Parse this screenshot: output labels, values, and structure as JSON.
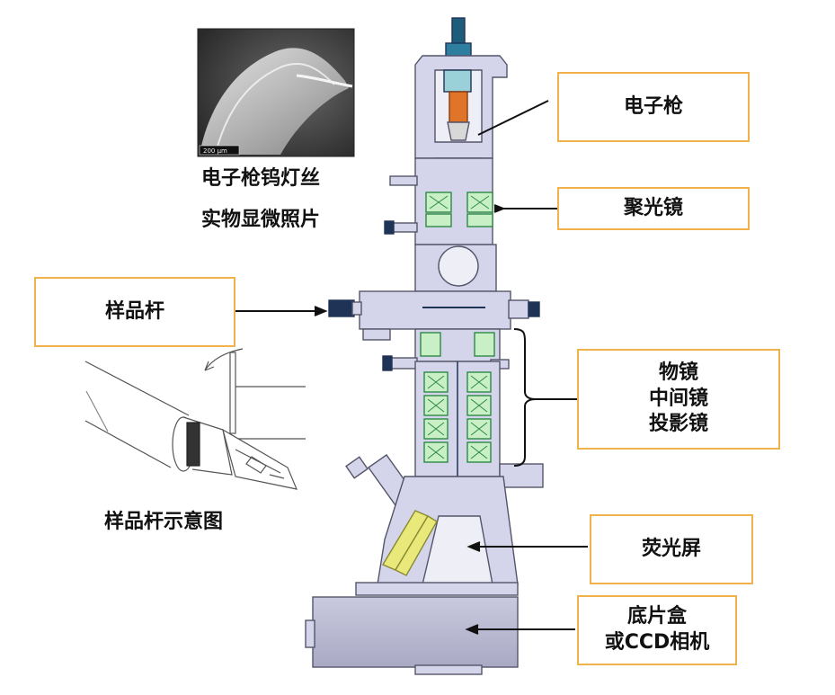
{
  "labels": {
    "electron_gun": "电子枪",
    "condenser": "聚光镜",
    "sample_rod": "样品杆",
    "lenses": [
      "物镜",
      "中间镜",
      "投影镜"
    ],
    "screen": "荧光屏",
    "camera": [
      "底片盒",
      "或CCD相机"
    ]
  },
  "captions": {
    "filament_line1": "电子枪钨灯丝",
    "filament_line2": "实物显微照片",
    "rod_schematic": "样品杆示意图"
  },
  "micrograph_scale": "200 µm",
  "colors": {
    "box_border": "#f2b24b",
    "column_fill": "#d4d4ea",
    "column_stroke": "#55556a",
    "coil_fill": "#c8efc6",
    "coil_stroke": "#2d8a44",
    "lens_blue": "#1e3355",
    "gun_orange": "#e0752a",
    "gun_teal": "#2e7ea0",
    "screen_yellow": "#e8e97a"
  }
}
